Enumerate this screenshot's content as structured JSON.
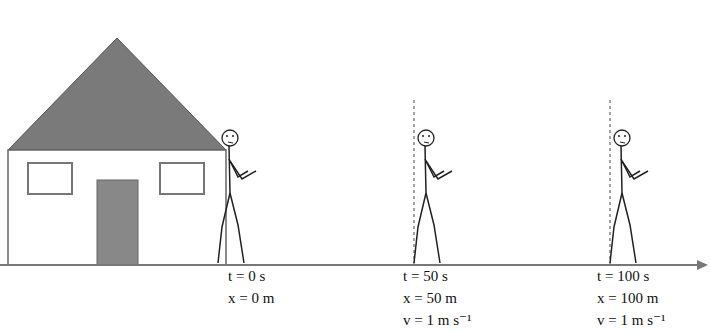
{
  "diagram": {
    "labels": [
      "t = 0 s",
      "x = 0 m",
      "t = 50 s",
      "x = 50 m",
      "v = 1 m s⁻¹",
      "t = 100 s",
      "x = 100 m",
      "v = 1 m s⁻¹"
    ]
  }
}
